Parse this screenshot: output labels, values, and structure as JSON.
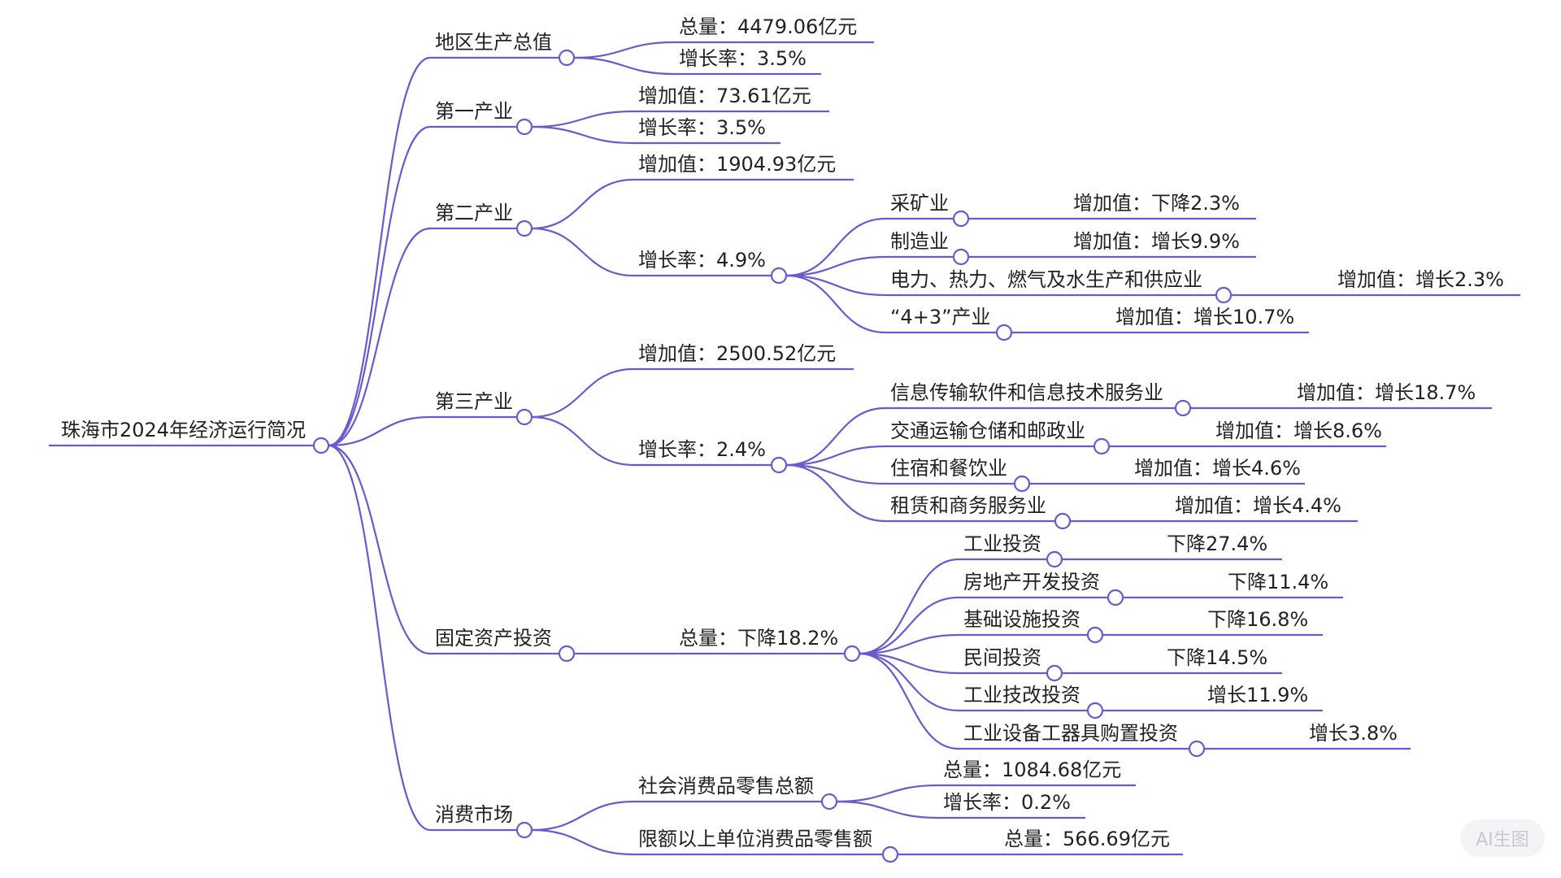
{
  "watermark": "AI生图",
  "style": {
    "line_color": "#6a5acd",
    "text_color": "#222222",
    "node_fill": "#ffffff"
  },
  "mindmap": {
    "label": "珠海市2024年经济运行简况",
    "children": [
      {
        "label": "地区生产总值",
        "children": [
          {
            "label": "总量：4479.06亿元"
          },
          {
            "label": "增长率：3.5%"
          }
        ]
      },
      {
        "label": "第一产业",
        "children": [
          {
            "label": "增加值：73.61亿元"
          },
          {
            "label": "增长率：3.5%"
          }
        ]
      },
      {
        "label": "第二产业",
        "children": [
          {
            "label": "增加值：1904.93亿元"
          },
          {
            "label": "增长率：4.9%",
            "children": [
              {
                "label": "采矿业",
                "children": [
                  {
                    "label": "增加值：下降2.3%"
                  }
                ]
              },
              {
                "label": "制造业",
                "children": [
                  {
                    "label": "增加值：增长9.9%"
                  }
                ]
              },
              {
                "label": "电力、热力、燃气及水生产和供应业",
                "children": [
                  {
                    "label": "增加值：增长2.3%"
                  }
                ]
              },
              {
                "label": "“4+3”产业",
                "children": [
                  {
                    "label": "增加值：增长10.7%"
                  }
                ]
              }
            ]
          }
        ]
      },
      {
        "label": "第三产业",
        "children": [
          {
            "label": "增加值：2500.52亿元"
          },
          {
            "label": "增长率：2.4%",
            "children": [
              {
                "label": "信息传输软件和信息技术服务业",
                "children": [
                  {
                    "label": "增加值：增长18.7%"
                  }
                ]
              },
              {
                "label": "交通运输仓储和邮政业",
                "children": [
                  {
                    "label": "增加值：增长8.6%"
                  }
                ]
              },
              {
                "label": "住宿和餐饮业",
                "children": [
                  {
                    "label": "增加值：增长4.6%"
                  }
                ]
              },
              {
                "label": "租赁和商务服务业",
                "children": [
                  {
                    "label": "增加值：增长4.4%"
                  }
                ]
              }
            ]
          }
        ]
      },
      {
        "label": "固定资产投资",
        "children": [
          {
            "label": "总量：下降18.2%",
            "children": [
              {
                "label": "工业投资",
                "children": [
                  {
                    "label": "下降27.4%"
                  }
                ]
              },
              {
                "label": "房地产开发投资",
                "children": [
                  {
                    "label": "下降11.4%"
                  }
                ]
              },
              {
                "label": "基础设施投资",
                "children": [
                  {
                    "label": "下降16.8%"
                  }
                ]
              },
              {
                "label": "民间投资",
                "children": [
                  {
                    "label": "下降14.5%"
                  }
                ]
              },
              {
                "label": "工业技改投资",
                "children": [
                  {
                    "label": "增长11.9%"
                  }
                ]
              },
              {
                "label": "工业设备工器具购置投资",
                "children": [
                  {
                    "label": "增长3.8%"
                  }
                ]
              }
            ]
          }
        ]
      },
      {
        "label": "消费市场",
        "children": [
          {
            "label": "社会消费品零售总额",
            "children": [
              {
                "label": "总量：1084.68亿元"
              },
              {
                "label": "增长率：0.2%"
              }
            ]
          },
          {
            "label": "限额以上单位消费品零售额",
            "children": [
              {
                "label": "总量：566.69亿元"
              }
            ]
          }
        ]
      }
    ]
  }
}
